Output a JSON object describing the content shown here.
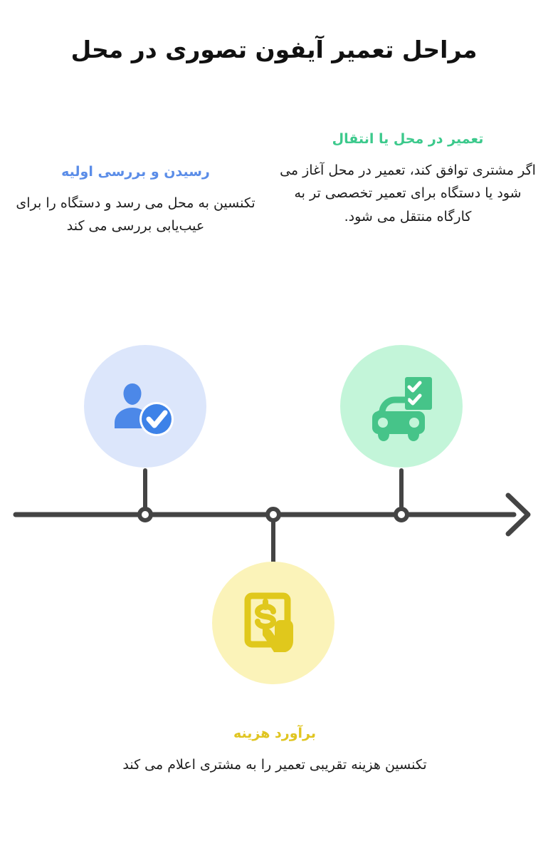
{
  "page": {
    "title": "مراحل تعمیر آیفون تصوری در محل",
    "direction": "rtl",
    "background_color": "#ffffff"
  },
  "timeline": {
    "line_color": "#444444",
    "node_fill": "#ffffff",
    "arrow_direction": "left-to-right",
    "node_count": 3
  },
  "steps": [
    {
      "id": "step-1",
      "heading": "رسیدن و بررسی اولیه",
      "body": "تکنسین به محل می رسد و دستگاه را برای عیب‌یابی بررسی می کند",
      "heading_color": "#5b8de8",
      "circle_color": "#dce6fb",
      "icon_color": "#4c88e8",
      "icon_name": "person-check-icon",
      "position": "above-left"
    },
    {
      "id": "step-2",
      "heading": "تعمیر در محل یا انتقال",
      "body": "اگر مشتری توافق کند، تعمیر در محل آغاز می شود یا دستگاه برای تعمیر تخصصی تر به کارگاه منتقل می شود.",
      "heading_color": "#3cc98c",
      "circle_color": "#c3f5d9",
      "icon_color": "#46c489",
      "icon_name": "car-checklist-icon",
      "position": "above-right"
    },
    {
      "id": "step-3",
      "heading": "برآورد هزینه",
      "body": "تکنسین هزینه تقریبی تعمیر را به مشتری اعلام می کند",
      "heading_color": "#e0c521",
      "circle_color": "#fbf3b9",
      "icon_color": "#e0c81c",
      "icon_name": "cost-estimate-document-icon",
      "position": "below-center"
    }
  ]
}
